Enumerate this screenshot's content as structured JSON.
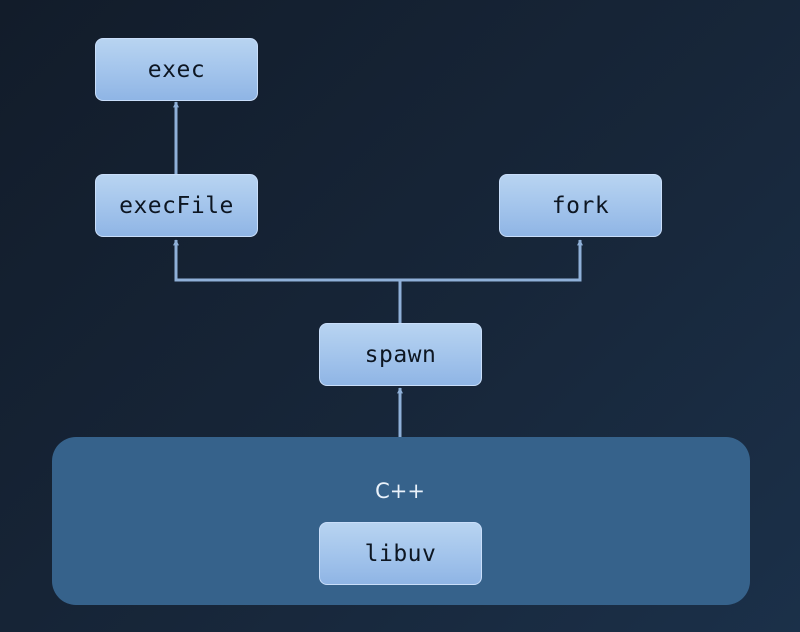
{
  "diagram": {
    "nodes": {
      "exec": "exec",
      "execfile": "execFile",
      "fork": "fork",
      "spawn": "spawn",
      "libuv": "libuv"
    },
    "container_label": "C++",
    "edges": [
      {
        "from": "execFile",
        "to": "exec"
      },
      {
        "from": "spawn",
        "to": "execFile"
      },
      {
        "from": "spawn",
        "to": "fork"
      },
      {
        "from": "C++",
        "to": "spawn"
      }
    ],
    "colors": {
      "background": "#152335",
      "container": "#36628b",
      "node_fill": "#a4c5ec",
      "connector": "#8fb0d8",
      "node_text": "#0d1622",
      "container_text": "#eaf2fb"
    }
  }
}
